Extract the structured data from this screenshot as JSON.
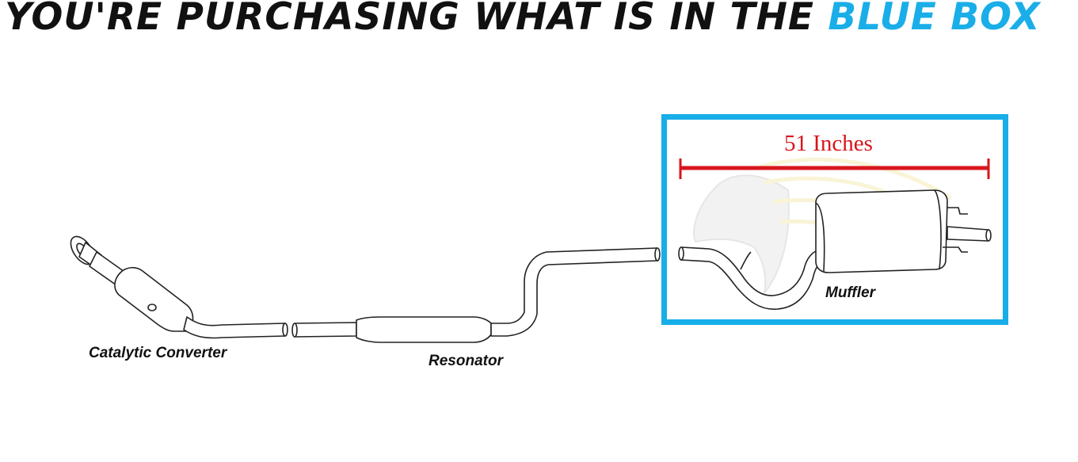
{
  "headline": {
    "text": "YOU'RE PURCHASING WHAT IS IN THE",
    "highlight": "BLUE BOX"
  },
  "labels": {
    "catalytic_converter": "Catalytic Converter",
    "resonator": "Resonator",
    "muffler": "Muffler",
    "dimension": "51 Inches"
  },
  "colors": {
    "highlight_box": "#18aee8",
    "dimension_line": "#d8151c",
    "pipe_outline": "#222222"
  }
}
